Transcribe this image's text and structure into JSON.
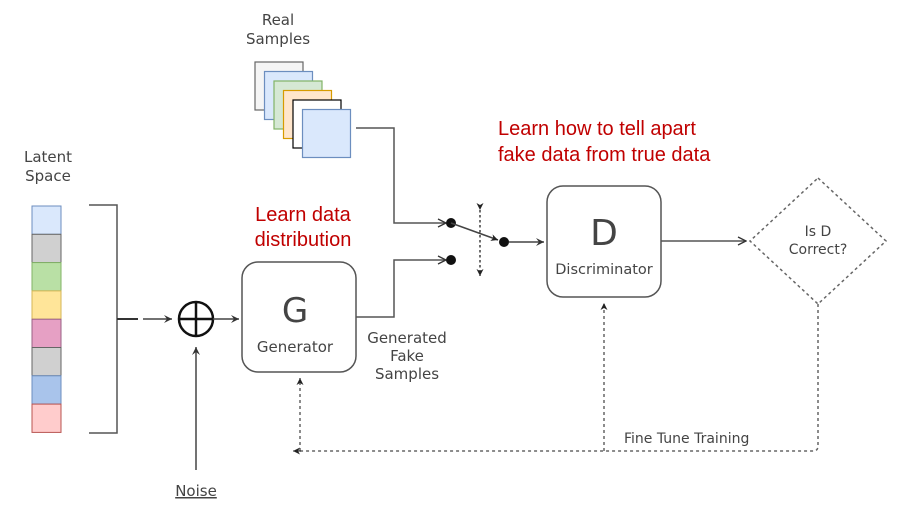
{
  "latent_space": {
    "label_line1": "Latent",
    "label_line2": "Space",
    "cells": [
      {
        "name": "light-blue",
        "color": "#dae8fc",
        "border": "#6c8ebf"
      },
      {
        "name": "gray",
        "color": "#d0d0d0",
        "border": "#666666"
      },
      {
        "name": "green",
        "color": "#b9e0a5",
        "border": "#82b366"
      },
      {
        "name": "yellow",
        "color": "#ffe599",
        "border": "#d6b656"
      },
      {
        "name": "pink",
        "color": "#e6a0c4",
        "border": "#996185"
      },
      {
        "name": "gray",
        "color": "#d0d0d0",
        "border": "#666666"
      },
      {
        "name": "blue",
        "color": "#a9c4eb",
        "border": "#6c8ebf"
      },
      {
        "name": "rose",
        "color": "#ffcccc",
        "border": "#b85450"
      }
    ]
  },
  "real_samples": {
    "label_line1": "Real",
    "label_line2": "Samples",
    "cards": [
      {
        "fill": "#f5f5f5",
        "stroke": "#666666"
      },
      {
        "fill": "#dae8fc",
        "stroke": "#6c8ebf"
      },
      {
        "fill": "#d5e8d4",
        "stroke": "#82b366"
      },
      {
        "fill": "#ffe6cc",
        "stroke": "#d79b00"
      },
      {
        "fill": "#ffffff",
        "stroke": "#000000"
      },
      {
        "fill": "#dae8fc",
        "stroke": "#6c8ebf"
      }
    ]
  },
  "noise": {
    "label": "Noise"
  },
  "adder": {
    "symbol": "⊕"
  },
  "generator": {
    "letter": "G",
    "label": "Generator"
  },
  "generated": {
    "line1": "Generated",
    "line2": "Fake",
    "line3": "Samples"
  },
  "discriminator": {
    "letter": "D",
    "label": "Discriminator"
  },
  "decision": {
    "line1": "Is D",
    "line2": "Correct?"
  },
  "annotations": {
    "generator_note_line1": "Learn data",
    "generator_note_line2": "distribution",
    "discriminator_note_line1": "Learn how to tell apart",
    "discriminator_note_line2": "fake data from true data"
  },
  "feedback": {
    "label": "Fine Tune Training"
  },
  "colors": {
    "annotation": "#c00000",
    "line": "#555555",
    "text": "#444444"
  }
}
